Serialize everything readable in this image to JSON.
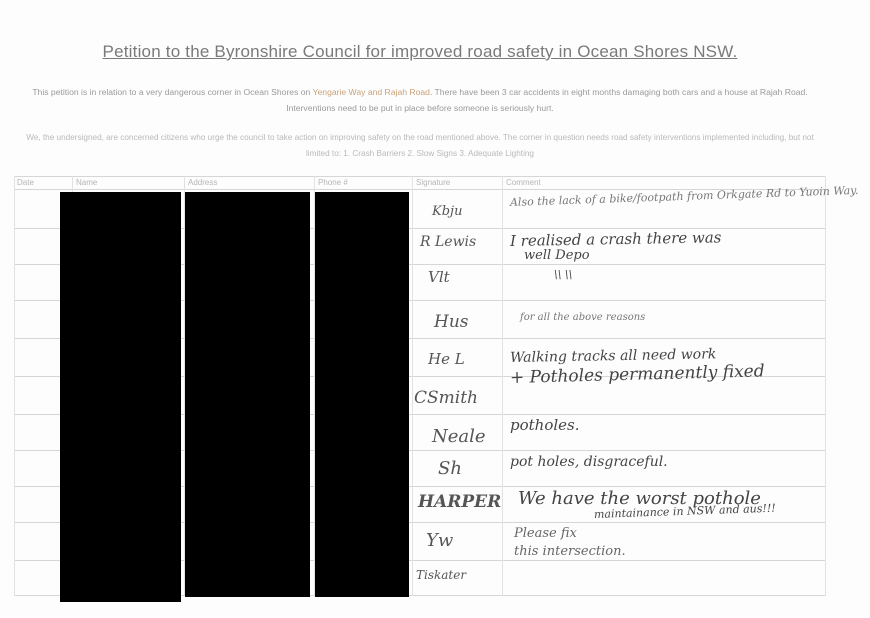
{
  "document": {
    "title": "Petition to the Byronshire Council for improved road safety in Ocean Shores NSW.",
    "intro_part1": "This petition is in relation to a very dangerous corner in Ocean Shores on ",
    "intro_roads": "Yengarie Way and Rajah Road",
    "intro_part2": ". There have been 3 car accidents in eight months damaging both cars and a house at  Rajah Road. Interventions need to be put in place before someone is seriously hurt.",
    "statement": "We, the undersigned, are concerned citizens who urge the council to take action on improving safety on the road mentioned above. The corner in question needs road safety interventions implemented including, but not limited to: 1. Crash Barriers  2. Slow Signs  3. Adequate Lighting"
  },
  "table": {
    "headers": {
      "date": "Date",
      "name": "Name",
      "address": "Address",
      "phone": "Phone #",
      "signature": "Signature",
      "comment": "Comment"
    },
    "comments": [
      "Also the lack of a bike/footpath from Orkgate Rd to Yuoin Way.",
      "I realised a crash there was",
      "well Depo",
      "\\\\   \\\\",
      "for all the above reasons",
      "Walking tracks all need work",
      "+ Potholes permanently fixed",
      "potholes.",
      "pot holes, disgraceful.",
      "We have the worst pothole",
      "maintainance in NSW and aus!!!",
      "Please fix",
      "this intersection."
    ],
    "signatures": [
      "Kbju",
      "R Lewis",
      "Vlt",
      "Hus",
      "He L",
      "CSmith",
      "Neale",
      "Sh",
      "HARPER",
      "Yw",
      "Tiskater"
    ]
  }
}
